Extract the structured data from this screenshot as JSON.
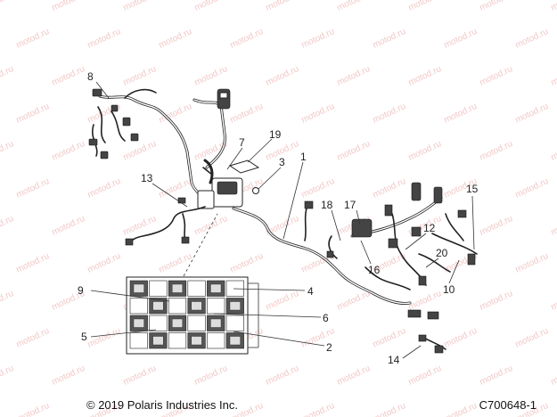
{
  "watermark": "motod.ru",
  "callouts": [
    {
      "id": "c1",
      "label": "1"
    },
    {
      "id": "c2",
      "label": "2"
    },
    {
      "id": "c3",
      "label": "3"
    },
    {
      "id": "c4",
      "label": "4"
    },
    {
      "id": "c5",
      "label": "5"
    },
    {
      "id": "c6",
      "label": "6"
    },
    {
      "id": "c7",
      "label": "7"
    },
    {
      "id": "c8",
      "label": "8"
    },
    {
      "id": "c9",
      "label": "9"
    },
    {
      "id": "c10",
      "label": "10"
    },
    {
      "id": "c12",
      "label": "12"
    },
    {
      "id": "c13",
      "label": "13"
    },
    {
      "id": "c14",
      "label": "14"
    },
    {
      "id": "c15",
      "label": "15"
    },
    {
      "id": "c16",
      "label": "16"
    },
    {
      "id": "c17",
      "label": "17"
    },
    {
      "id": "c18",
      "label": "18"
    },
    {
      "id": "c19",
      "label": "19"
    },
    {
      "id": "c20",
      "label": "20"
    }
  ],
  "footer": {
    "copyright": "© 2019 Polaris Industries Inc.",
    "drawing_number": "C700648-1"
  }
}
